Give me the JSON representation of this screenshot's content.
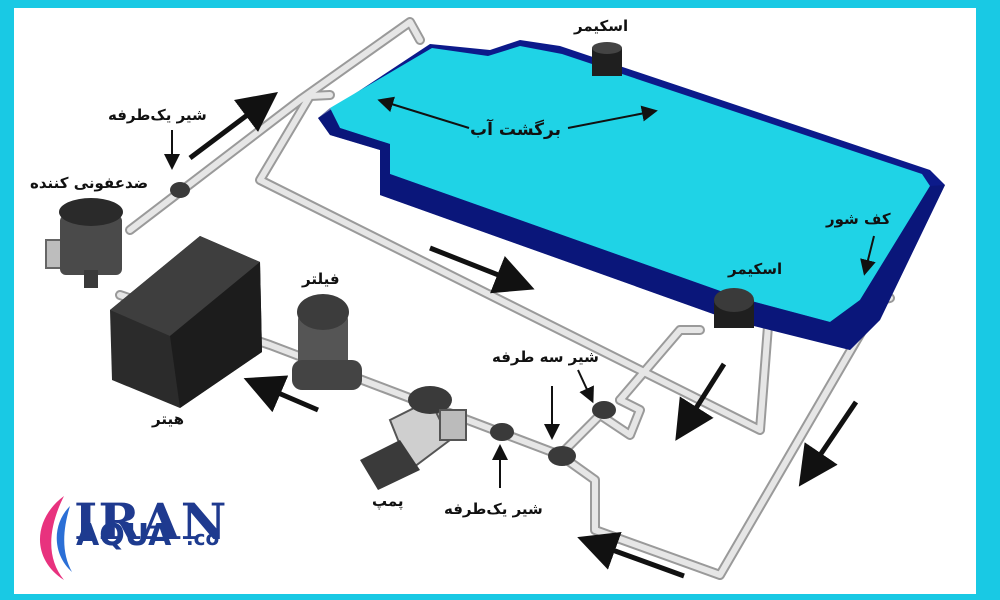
{
  "labels": {
    "skimmer_top": "اسکیمر",
    "return_water": "برگشت آب",
    "check_valve_top": "شیر یک‌طرفه",
    "disinfector": "ضدعفونی کننده",
    "floor_drain": "کف شور",
    "skimmer_right": "اسکیمر",
    "filter": "فیلتر",
    "three_way_valve": "شیر سه طرفه",
    "heater": "هیتر",
    "pump": "پمپ",
    "check_valve_bottom": "شیر یک‌طرفه"
  },
  "logo": {
    "iran": "IRAN",
    "aqua": "AQUA",
    "dotco": ".co"
  },
  "colors": {
    "pool_water": "#1fd3e6",
    "pool_wall": "#0c1a8a",
    "pipe": "#d9d9d9",
    "equipment": "#2b2b2b",
    "frame": "#19c9e4"
  }
}
